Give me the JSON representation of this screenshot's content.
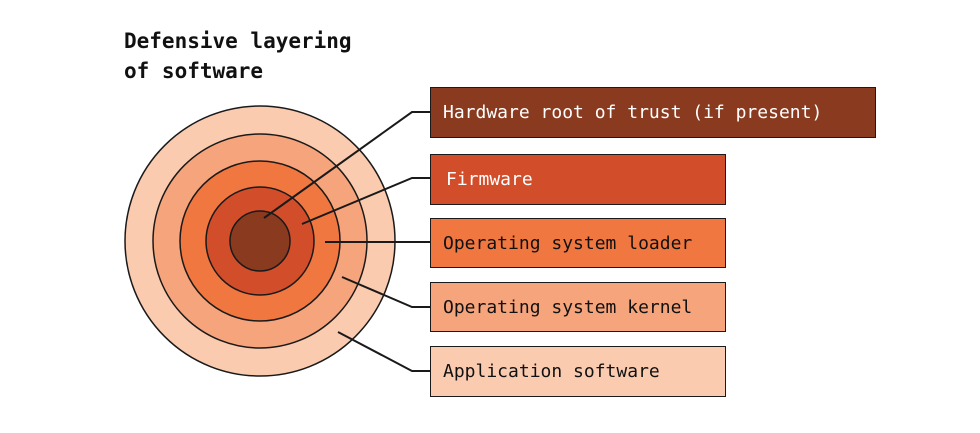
{
  "title": {
    "line1": "Defensive layering",
    "line2": "of software"
  },
  "layers": [
    {
      "label": "Hardware root of trust (if present)",
      "fill": "#8a3a1f",
      "text_color": "#ffffff"
    },
    {
      "label": "Firmware",
      "fill": "#d24e2b",
      "text_color": "#ffffff"
    },
    {
      "label": "Operating system loader",
      "fill": "#f0773f",
      "text_color": "#111111"
    },
    {
      "label": "Operating system kernel",
      "fill": "#f6a47c",
      "text_color": "#111111"
    },
    {
      "label": "Application software",
      "fill": "#fbcbb0",
      "text_color": "#111111"
    }
  ],
  "colors": {
    "outline": "#1a1a1a",
    "background": "#ffffff"
  }
}
